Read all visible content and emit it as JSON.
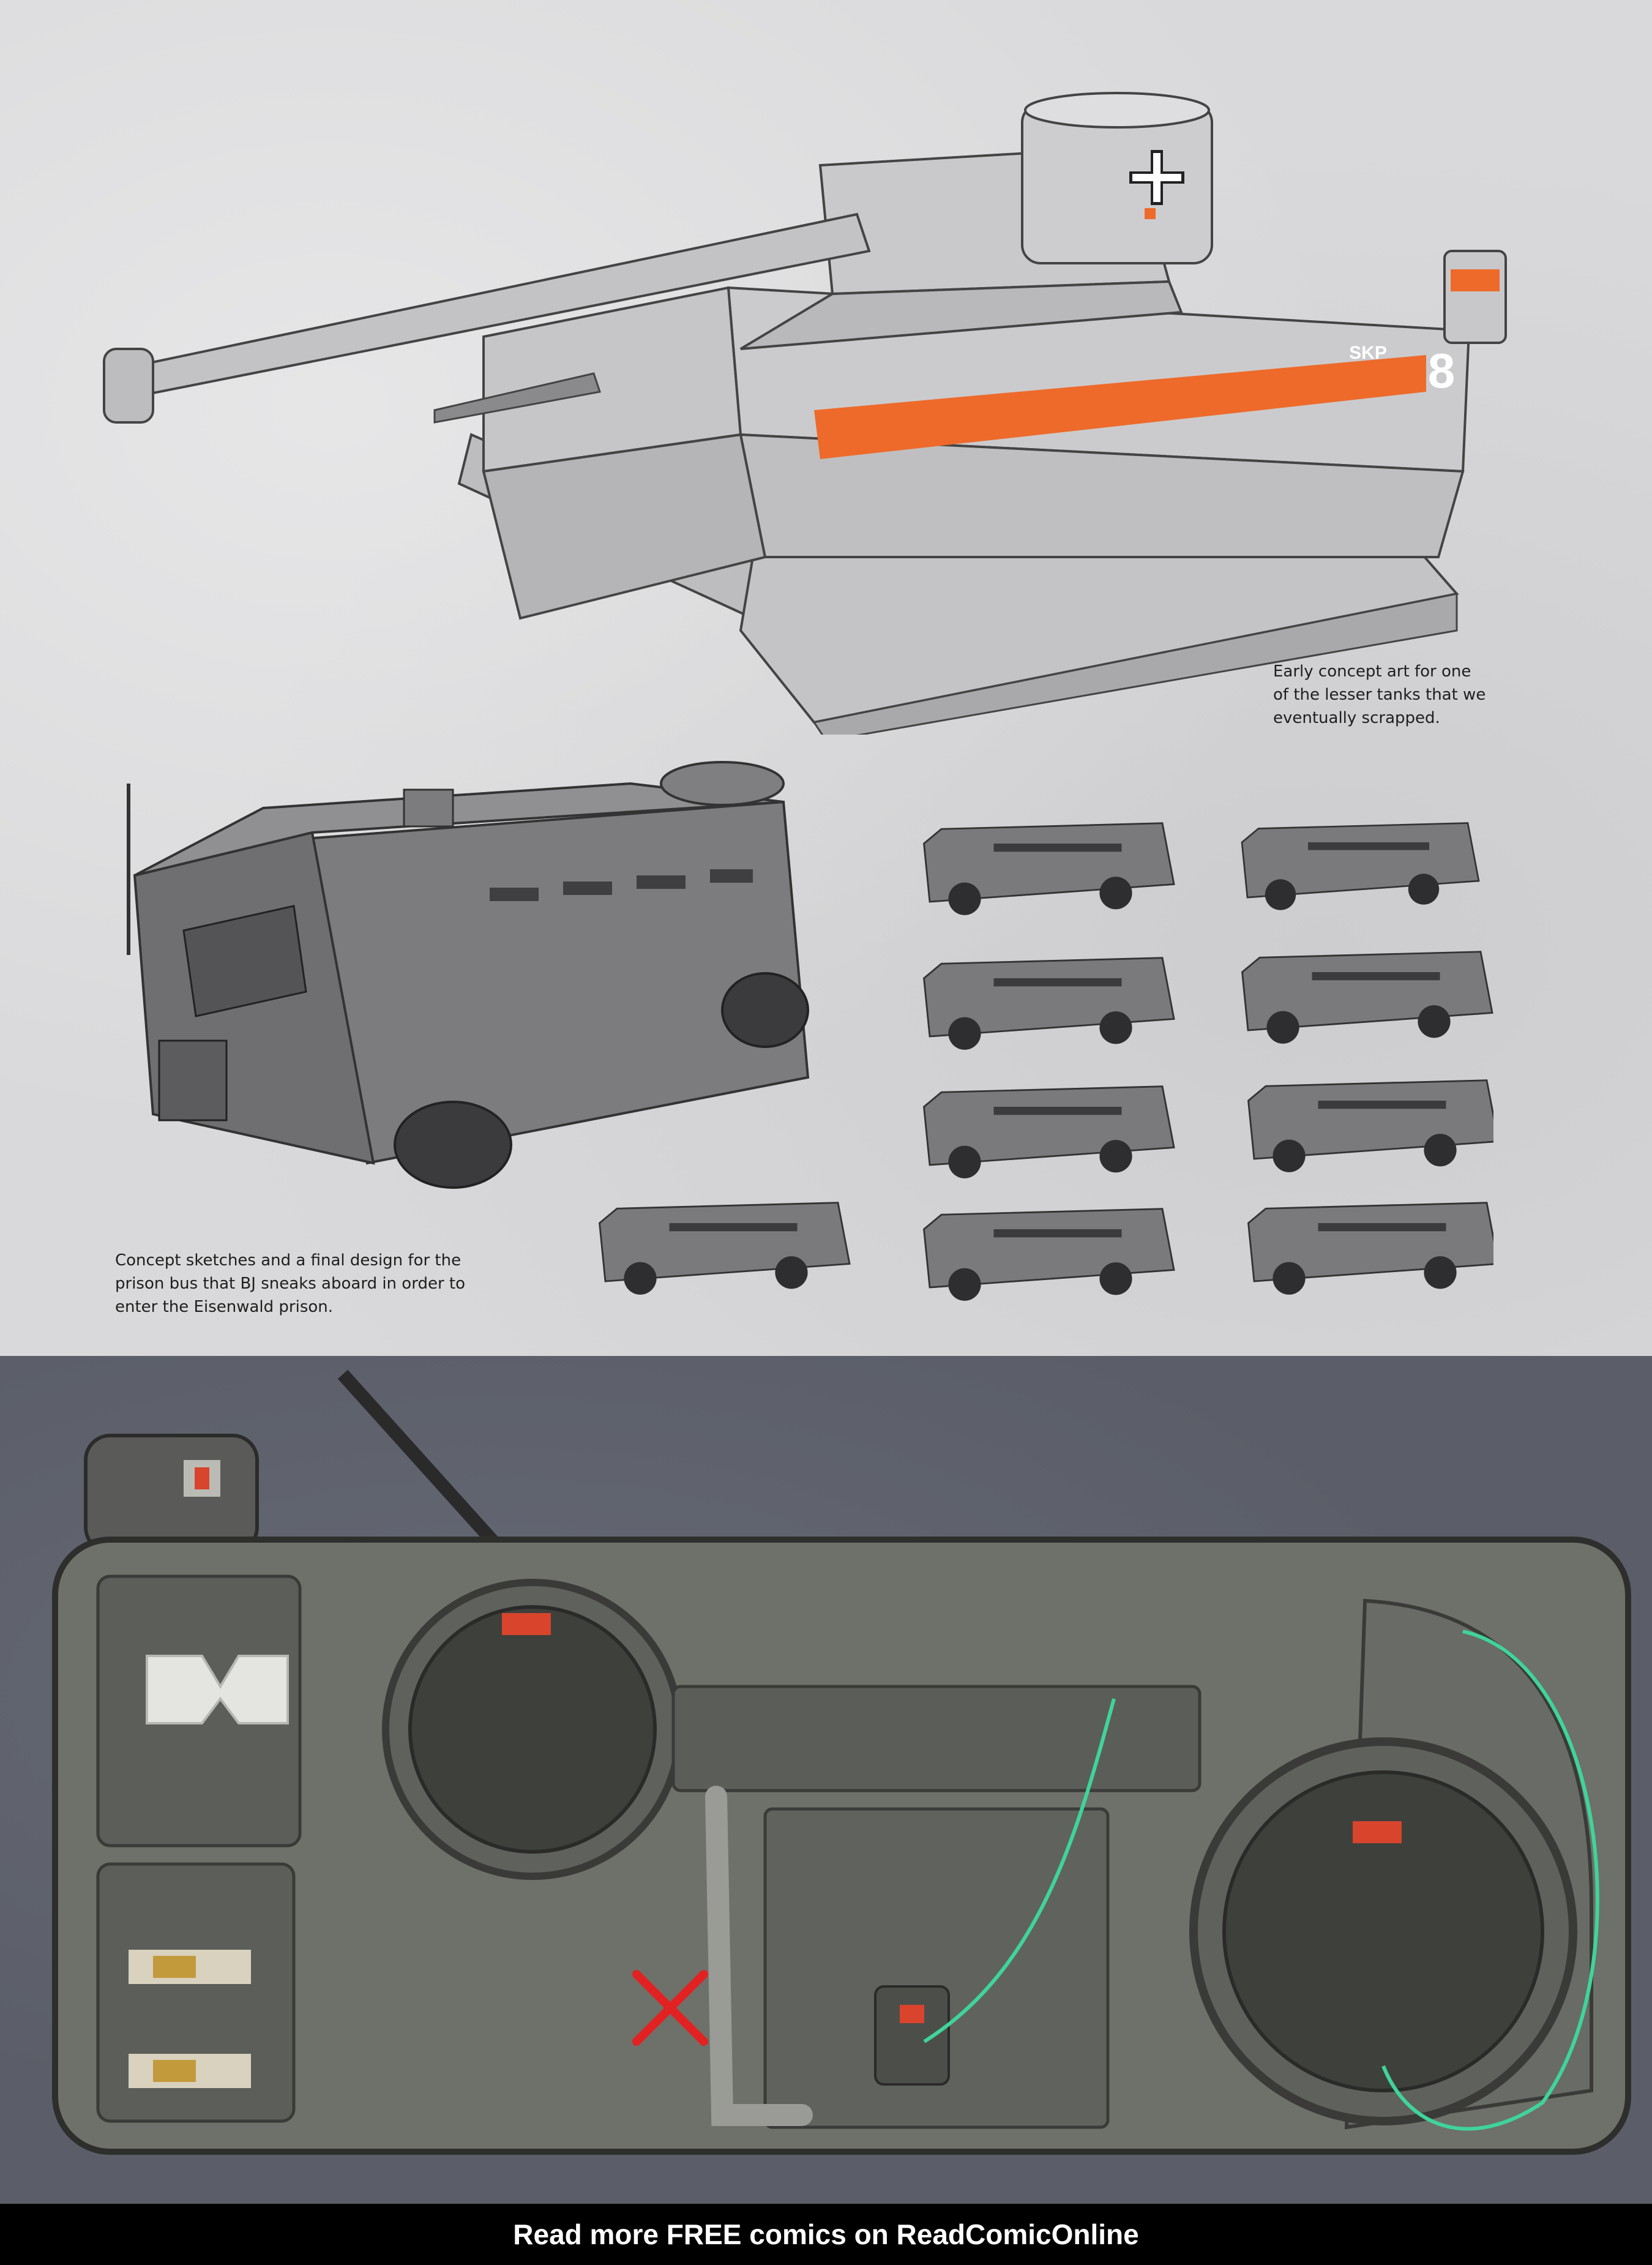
{
  "captions": {
    "tank": "Early concept art for one\nof the lesser tanks that we\neventually scrapped.",
    "bus": "Concept sketches and a final design for the\nprison bus that BJ sneaks aboard in order to\nenter the Eisenwald prison."
  },
  "tank_markings": {
    "hull_text": "SKP",
    "hull_number": "8"
  },
  "footer": {
    "text": "Read more FREE comics on ReadComicOnline"
  },
  "colors": {
    "tank_stripe": "#ee6a2a",
    "tank_body": "#c9c9cb",
    "bus_body": "#7c7c7e",
    "photo_bg": "#5b5e68",
    "sketch_green": "#3fd49a",
    "sketch_red": "#e22222"
  }
}
